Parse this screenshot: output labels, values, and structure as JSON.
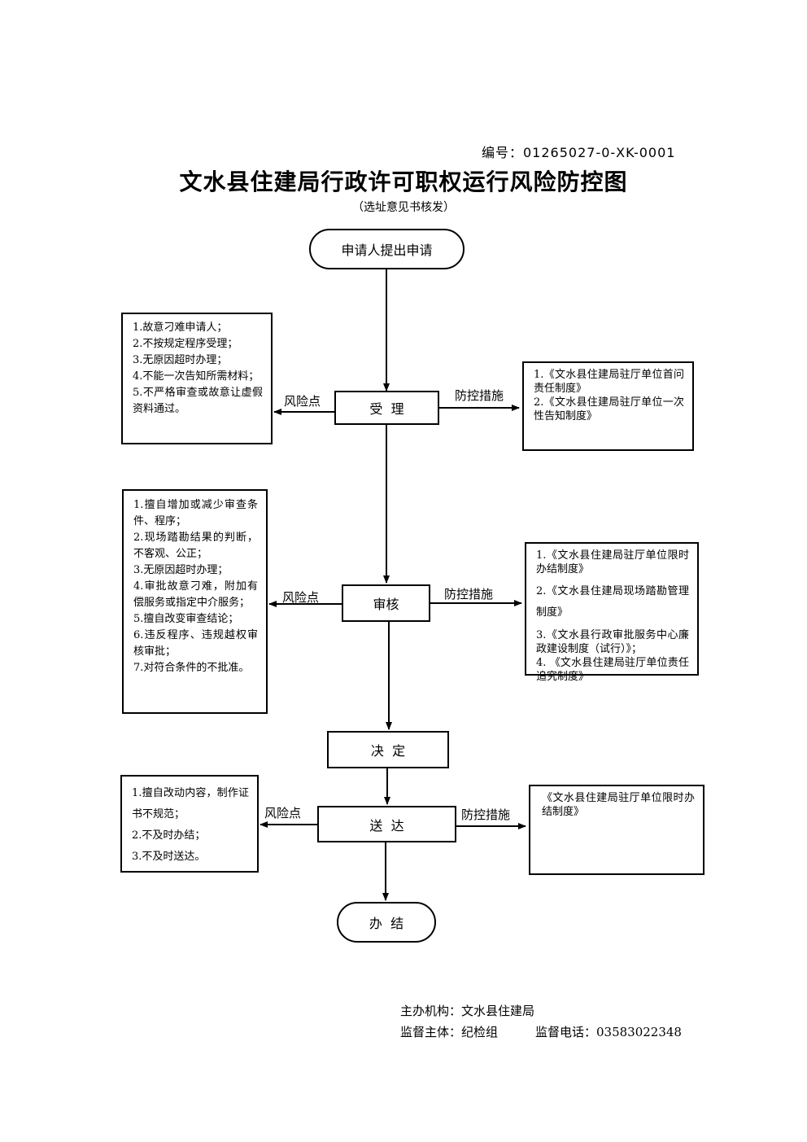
{
  "header": {
    "code_no": "编号：01265027-0-XK-0001",
    "title": "文水县住建局行政许可职权运行风险防控图",
    "subtitle": "（选址意见书核发）"
  },
  "flow": {
    "start": "申请人提出申请",
    "accept": "受  理",
    "review": "审核",
    "decide": "决  定",
    "deliver": "送  达",
    "end": "办  结"
  },
  "edge_labels": {
    "risk_point": "风险点",
    "control_measures": "防控措施"
  },
  "accept_risks": [
    "1.故意刁难申请人；",
    "2.不按规定程序受理；",
    "3.无原因超时办理；",
    "4.不能一次告知所需材料；",
    "5.不严格审查或故意让虚假资料通过。"
  ],
  "accept_measures": [
    "1.《文水县住建局驻厅单位首问责任制度》",
    "2.《文水县住建局驻厅单位一次性告知制度》"
  ],
  "review_risks": [
    "1.擅自增加或减少审查条件、程序；",
    "2.现场踏勘结果的判断，不客观、公正；",
    "3.无原因超时办理；",
    "4.审批故意刁难，附加有偿服务或指定中介服务；",
    "5.擅自改变审查结论；",
    "6.违反程序、违规越权审核审批；",
    "7.对符合条件的不批准。"
  ],
  "review_measures": [
    "1.《文水县住建局驻厅单位限时办结制度》",
    "2.《文水县住建局现场踏勘管理制度》",
    "3.《文水县行政审批服务中心廉政建设制度（试行）》；",
    "4. 《文水县住建局驻厅单位责任追究制度》"
  ],
  "deliver_risks": [
    "1.擅自改动内容，制作证书不规范；",
    "2.不及时办结；",
    "3.不及时送达。"
  ],
  "deliver_measures": [
    "《文水县住建局驻厅单位限时办结制度》"
  ],
  "footer": {
    "organizer": "主办机构：文水县住建局",
    "supervisor": "监督主体：纪检组",
    "phone": "监督电话：03583022348"
  }
}
